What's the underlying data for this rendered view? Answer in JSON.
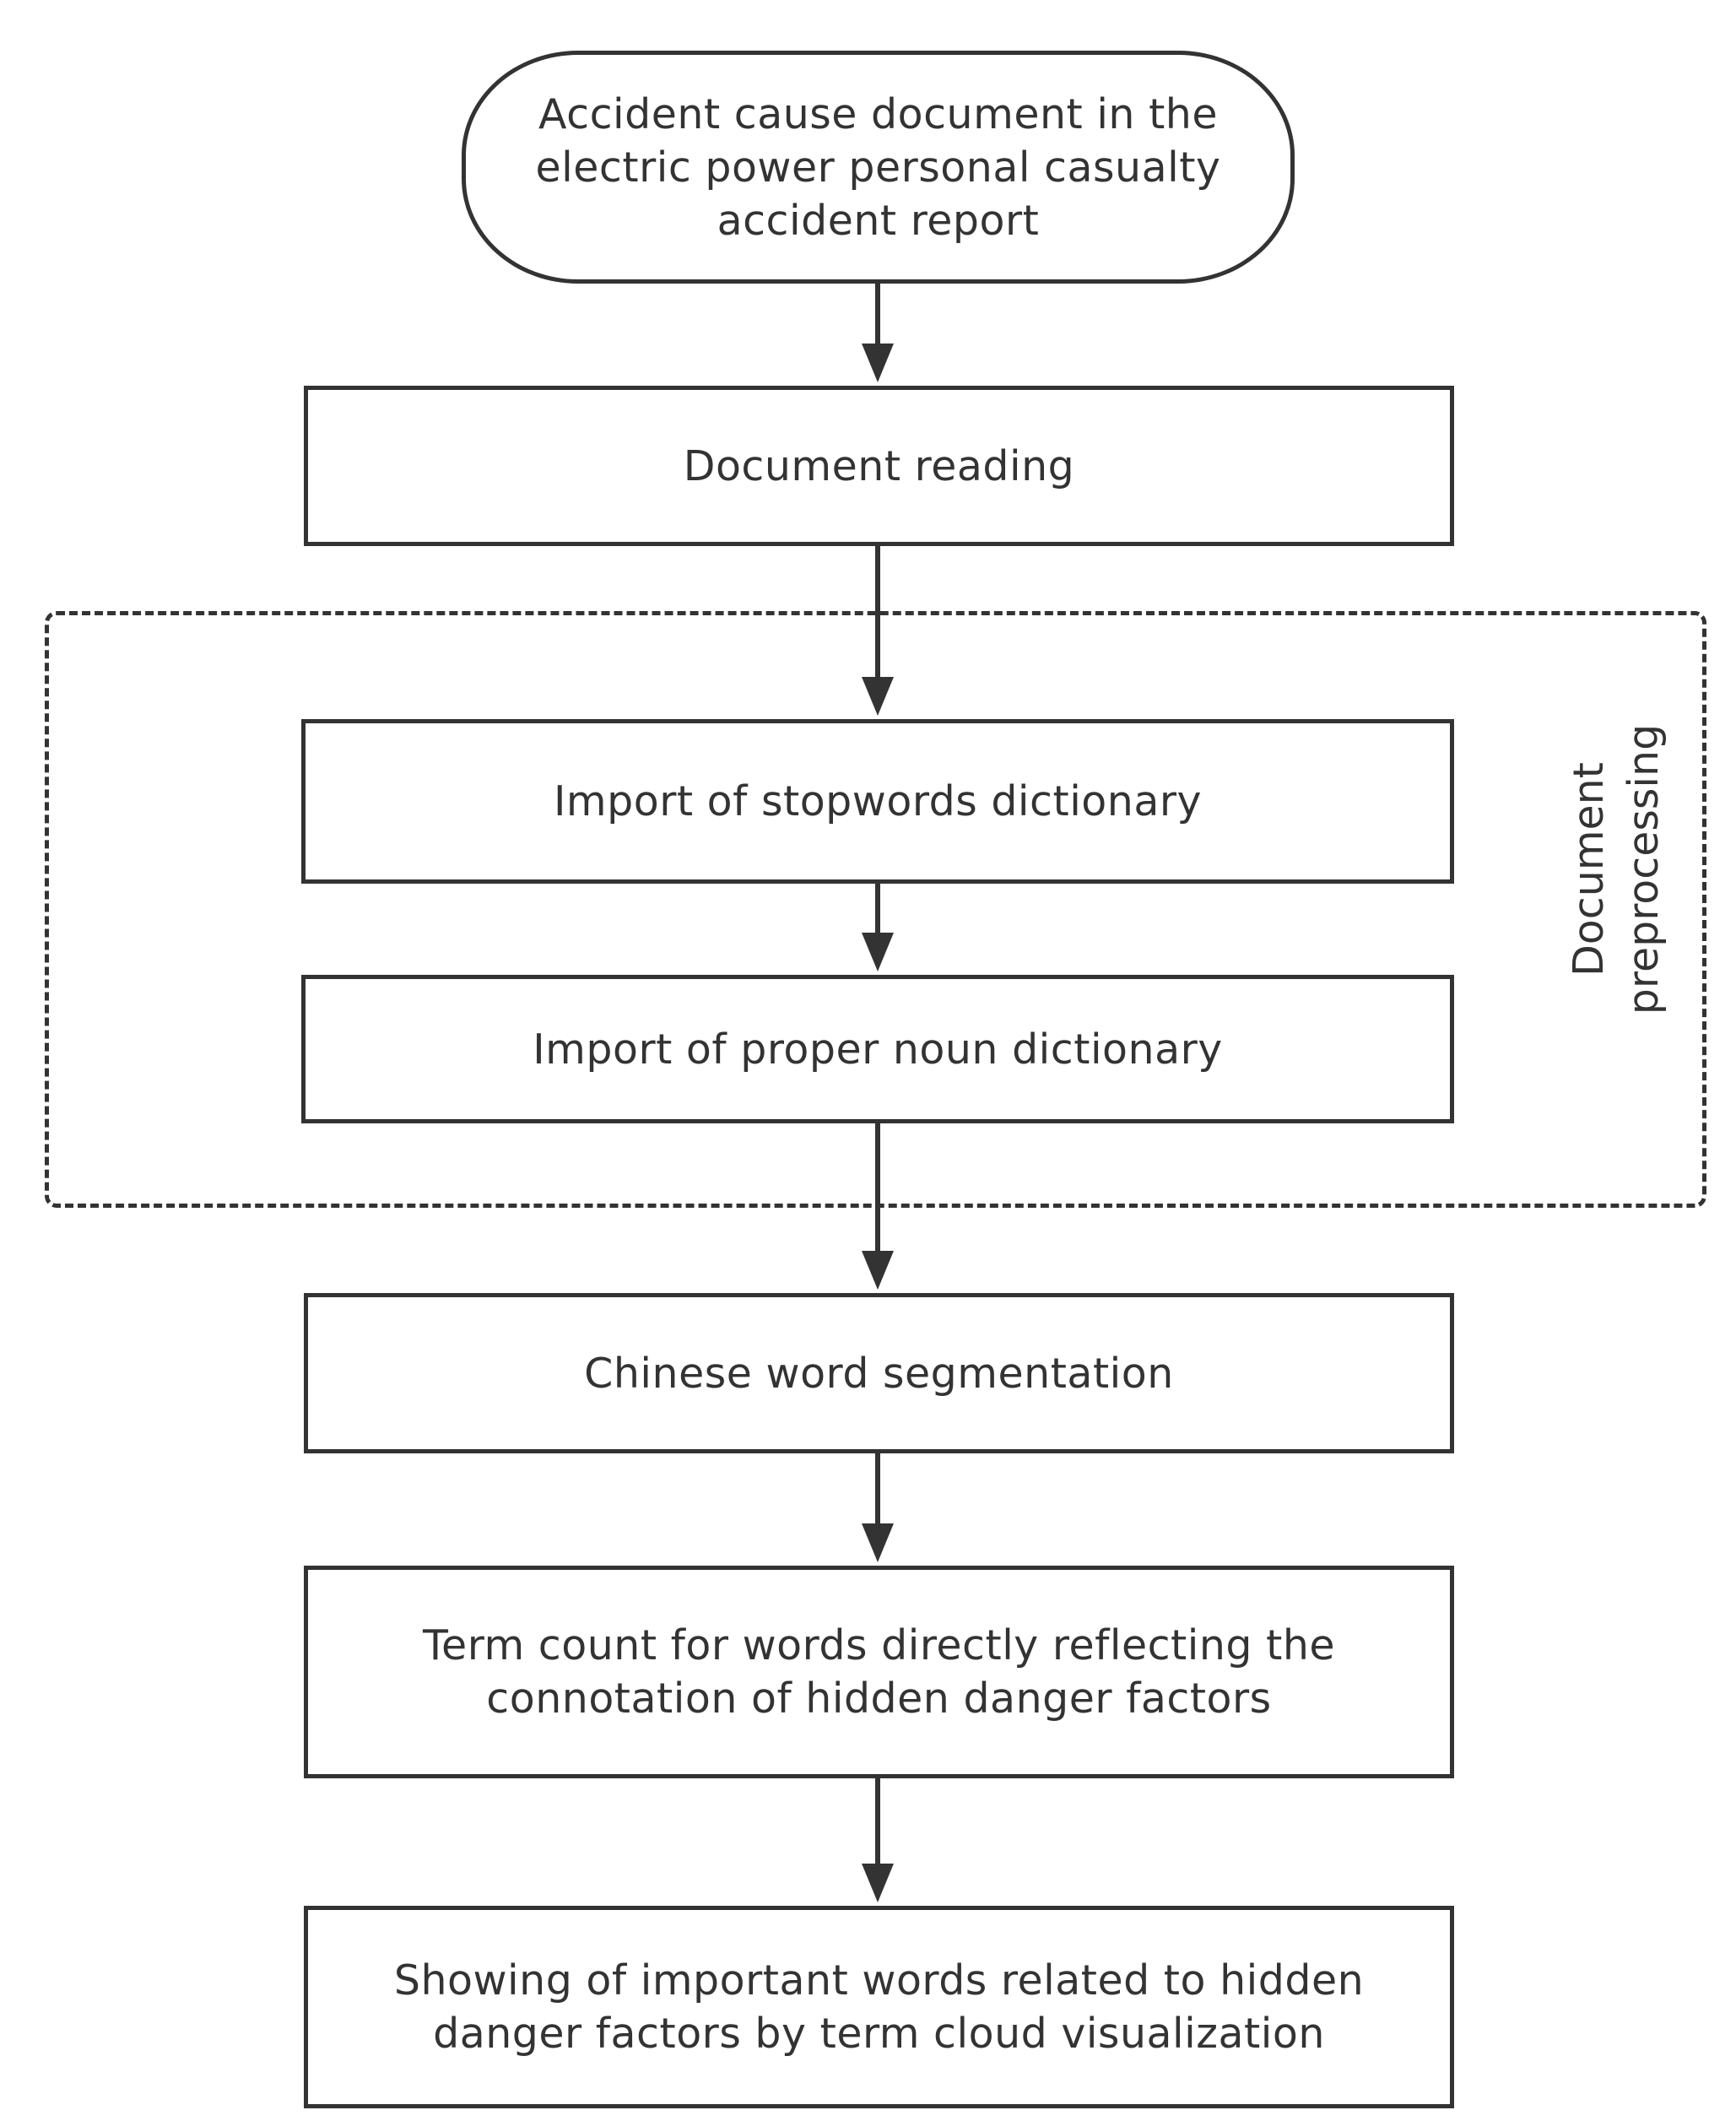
{
  "nodes": {
    "start": {
      "line1": "Accident cause document in the",
      "line2": "electric power personal casualty",
      "line3": "accident report"
    },
    "document_reading": "Document reading",
    "stopwords": "Import of stopwords dictionary",
    "proper_noun": "Import of proper noun dictionary",
    "segmentation": "Chinese word segmentation",
    "term_count": {
      "line1": "Term count for words directly reflecting the",
      "line2": "connotation of hidden danger factors"
    },
    "showing": {
      "line1": "Showing of important words related to hidden",
      "line2": "danger factors by term cloud visualization"
    }
  },
  "group": {
    "label_line1": "Document",
    "label_line2": "preprocessing"
  },
  "edges": [
    {
      "from": "start",
      "to": "document_reading"
    },
    {
      "from": "document_reading",
      "to": "stopwords"
    },
    {
      "from": "stopwords",
      "to": "proper_noun"
    },
    {
      "from": "proper_noun",
      "to": "segmentation"
    },
    {
      "from": "segmentation",
      "to": "term_count"
    },
    {
      "from": "term_count",
      "to": "showing"
    }
  ],
  "colors": {
    "stroke": "#333333",
    "background": "#ffffff"
  }
}
